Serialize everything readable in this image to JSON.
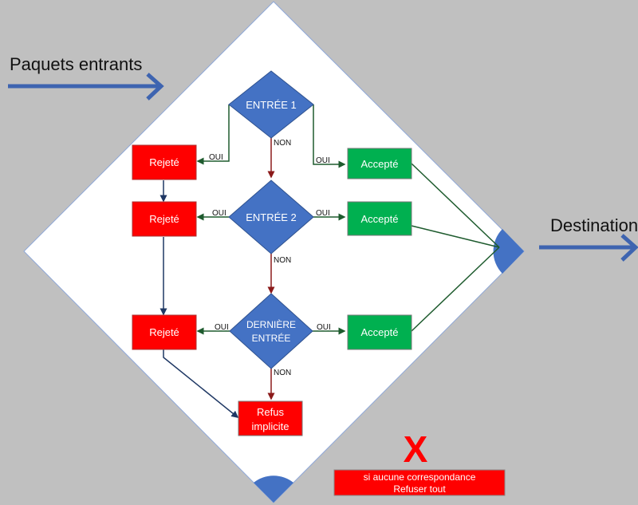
{
  "title_in": "Paquets entrants",
  "title_out": "Destination",
  "decisions": [
    {
      "label_lines": [
        "ENTRÉE 1"
      ]
    },
    {
      "label_lines": [
        "ENTRÉE 2"
      ]
    },
    {
      "label_lines": [
        "DERNIÈRE",
        "ENTRÉE"
      ]
    }
  ],
  "rejected_label": "Rejeté",
  "accepted_label": "Accepté",
  "implicit_deny_lines": [
    "Refus",
    "implicite"
  ],
  "yes_label": "OUI",
  "no_label": "NON",
  "deny_mark": "X",
  "deny_note_lines": [
    "si aucune correspondance",
    "Refuser tout"
  ],
  "colors": {
    "background": "#c0c0c0",
    "panel": "#ffffff",
    "decision": "#4472c4",
    "rejected": "#ff0000",
    "accepted": "#00b050",
    "arrow_blue": "#3e64b0",
    "yes_line": "#1e5b2e",
    "no_line": "#8b1a1a",
    "reject_line": "#1f3864"
  }
}
